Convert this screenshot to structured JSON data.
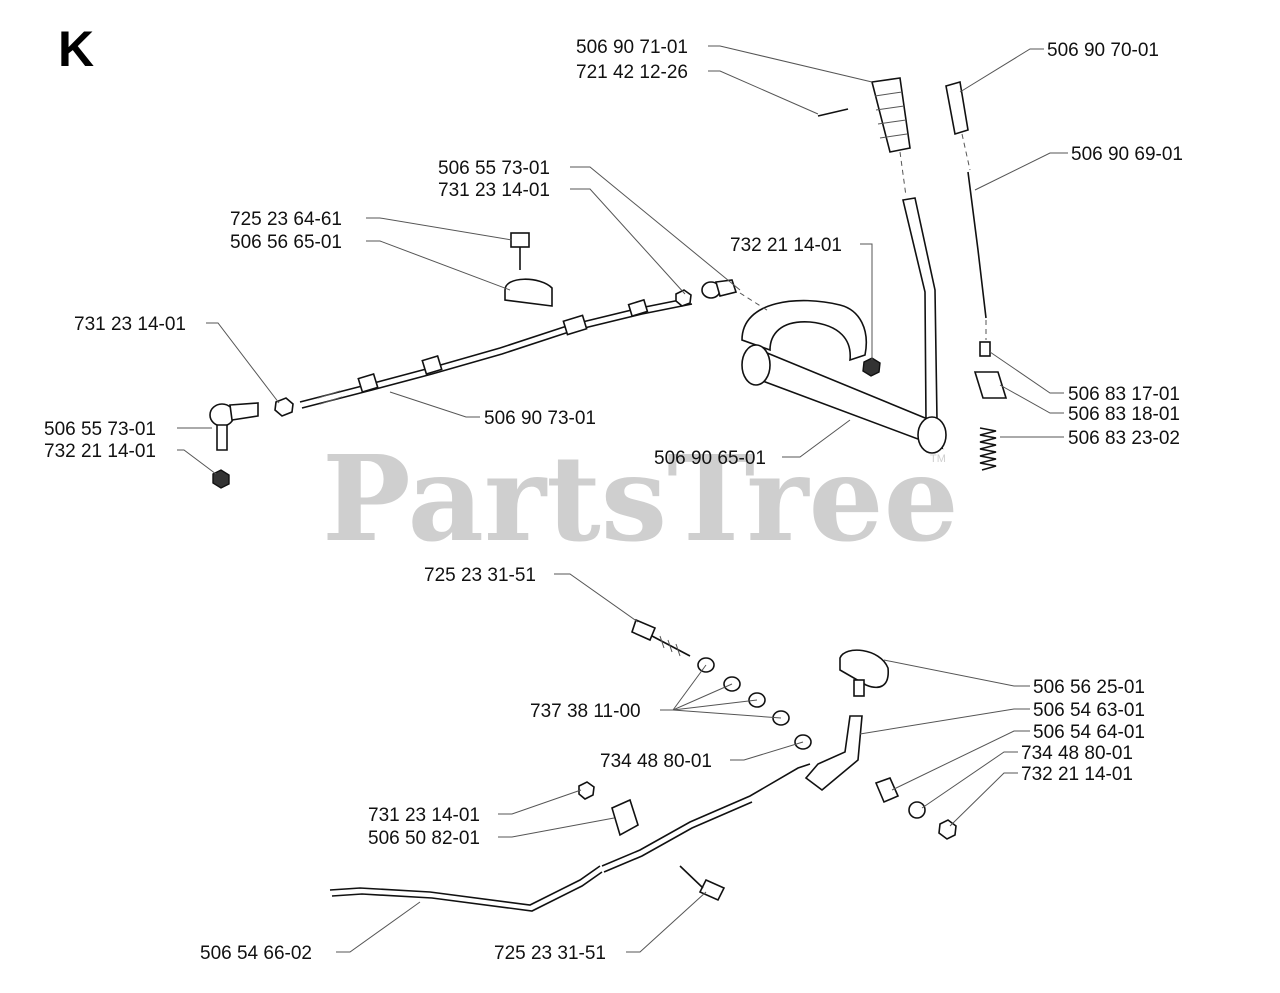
{
  "section_letter": "K",
  "watermark": {
    "text": "PartsTree",
    "trademark": "TM"
  },
  "labels": {
    "l01": "506 90 71-01",
    "l02": "721 42 12-26",
    "l03": "506 90 70-01",
    "l04": "506 90 69-01",
    "l05": "506 55 73-01",
    "l06": "731 23 14-01",
    "l07": "725 23 64-61",
    "l08": "506 56 65-01",
    "l09": "732 21 14-01",
    "l10": "731 23 14-01",
    "l11": "506 55 73-01",
    "l12": "732 21 14-01",
    "l13": "506 90 73-01",
    "l14": "506 83 17-01",
    "l15": "506 83 18-01",
    "l16": "506 83 23-02",
    "l17": "506 90 65-01",
    "l18": "725 23 31-51",
    "l19": "506 56 25-01",
    "l20": "506 54 63-01",
    "l21": "737 38 11-00",
    "l22": "506 54 64-01",
    "l23": "734 48 80-01",
    "l24": "734 48 80-01",
    "l25": "732 21 14-01",
    "l26": "731 23 14-01",
    "l27": "506 50 82-01",
    "l28": "506 54 66-02",
    "l29": "725 23 31-51"
  }
}
